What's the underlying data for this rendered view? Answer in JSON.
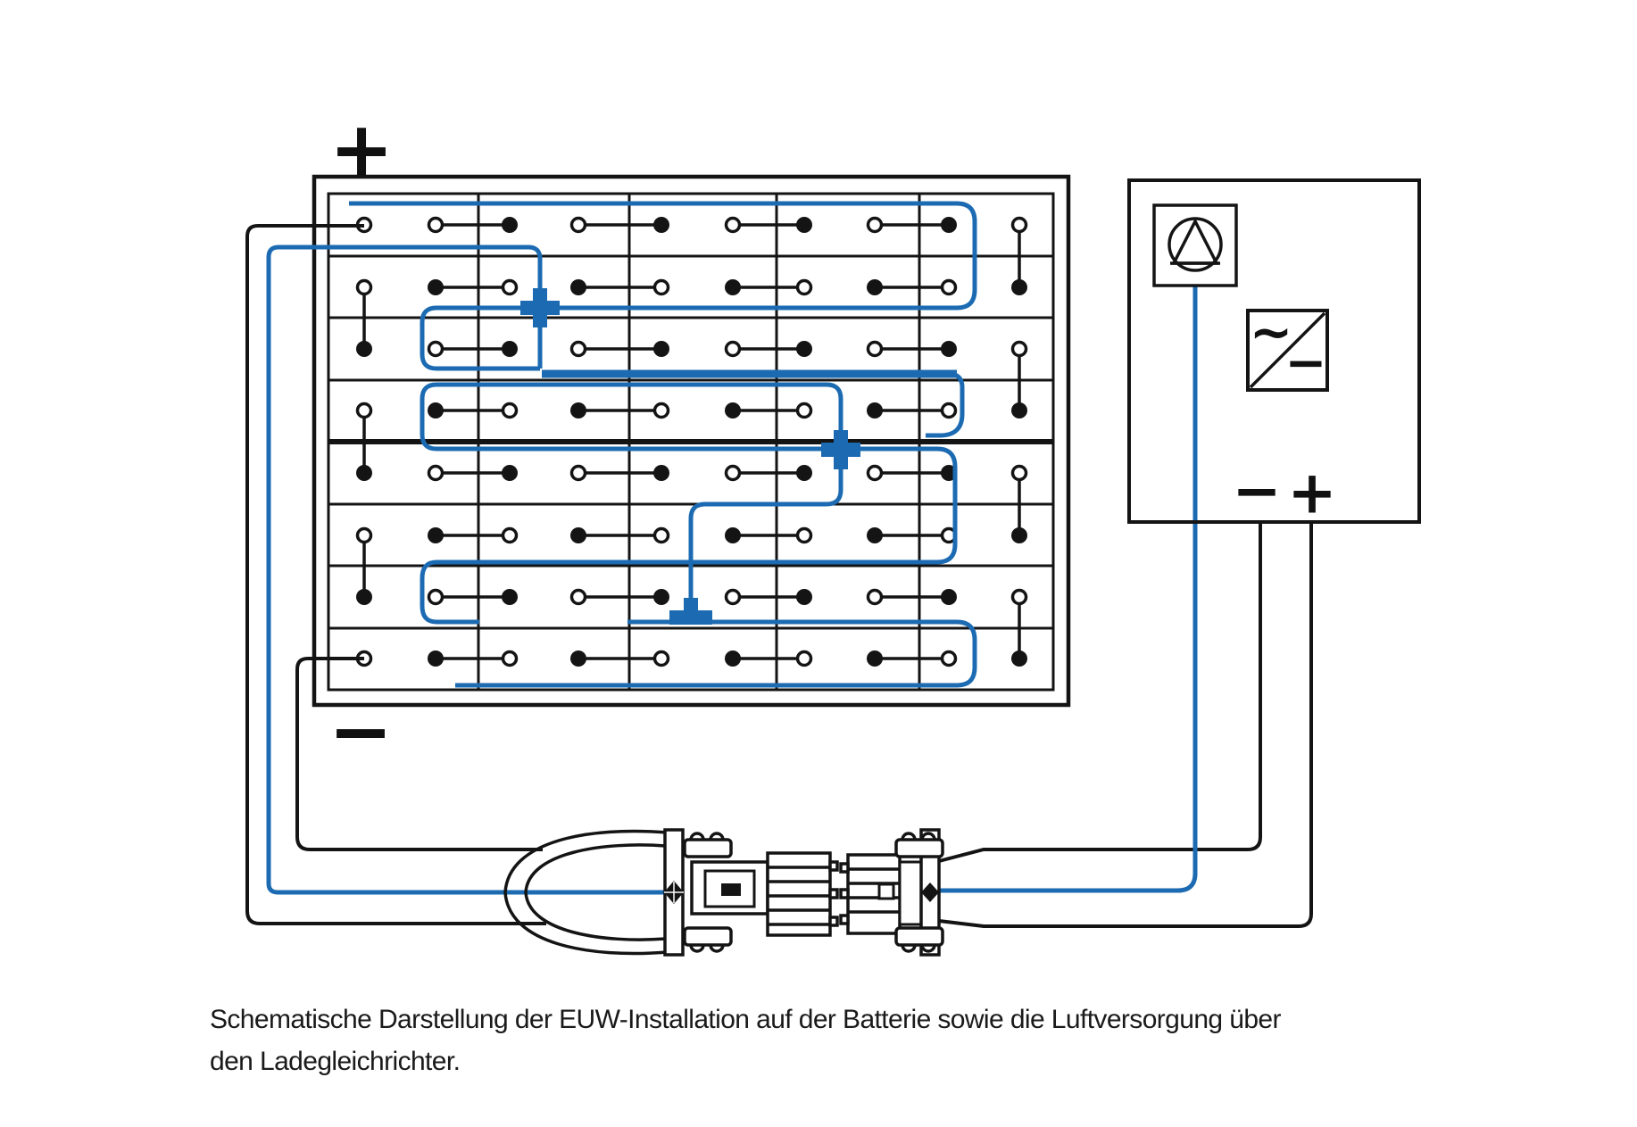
{
  "diagram": {
    "caption": {
      "line1": "Schematische Darstellung der EUW-Installation auf der Batterie sowie die Luftversorgung über",
      "line2": "den Ladegleichrichter."
    },
    "battery": {
      "positive_label": "+",
      "negative_label": "−",
      "rows": 8,
      "columns": 5
    },
    "rectifier": {
      "negative_label": "−",
      "positive_label": "+",
      "pump_icon": "pump-circle-triangle-icon",
      "converter_icon": "ac-dc-converter-icon",
      "converter_ac_label": "~",
      "converter_dc_label": "−"
    },
    "tubes": {
      "fitting1": "cross-fitting",
      "fitting2": "cross-fitting",
      "fitting3": "tee-fitting"
    },
    "colors": {
      "line_black": "#141414",
      "tube_blue": "#1C6BB2",
      "background": "#FFFFFF"
    }
  }
}
